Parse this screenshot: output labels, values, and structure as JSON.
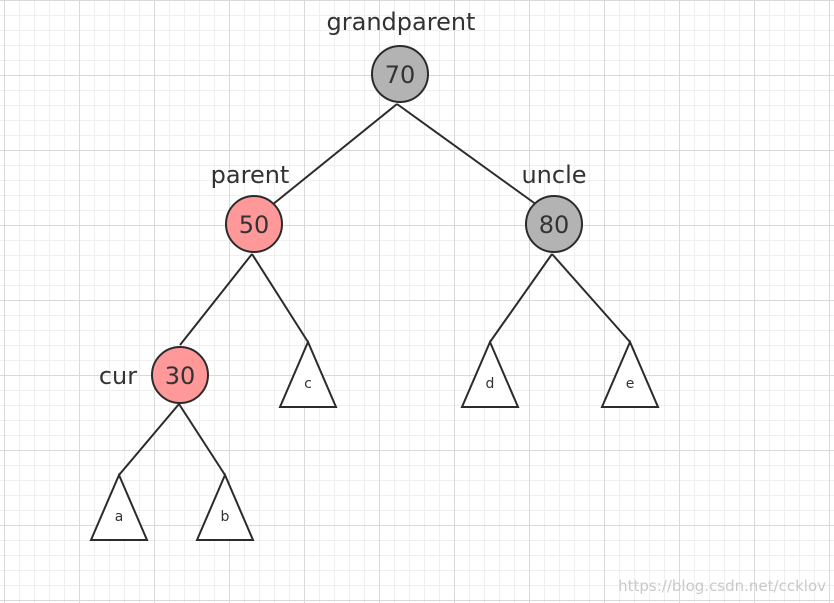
{
  "labels": {
    "grandparent": "grandparent",
    "parent": "parent",
    "uncle": "uncle",
    "cur": "cur"
  },
  "nodes": {
    "grandparent": {
      "value": "70",
      "color": "#b3b3b3"
    },
    "parent": {
      "value": "50",
      "color": "#ff9999"
    },
    "uncle": {
      "value": "80",
      "color": "#b3b3b3"
    },
    "cur": {
      "value": "30",
      "color": "#ff9999"
    }
  },
  "subtrees": {
    "a": "a",
    "b": "b",
    "c": "c",
    "d": "d",
    "e": "e"
  },
  "watermark": "https://blog.csdn.net/ccklov"
}
